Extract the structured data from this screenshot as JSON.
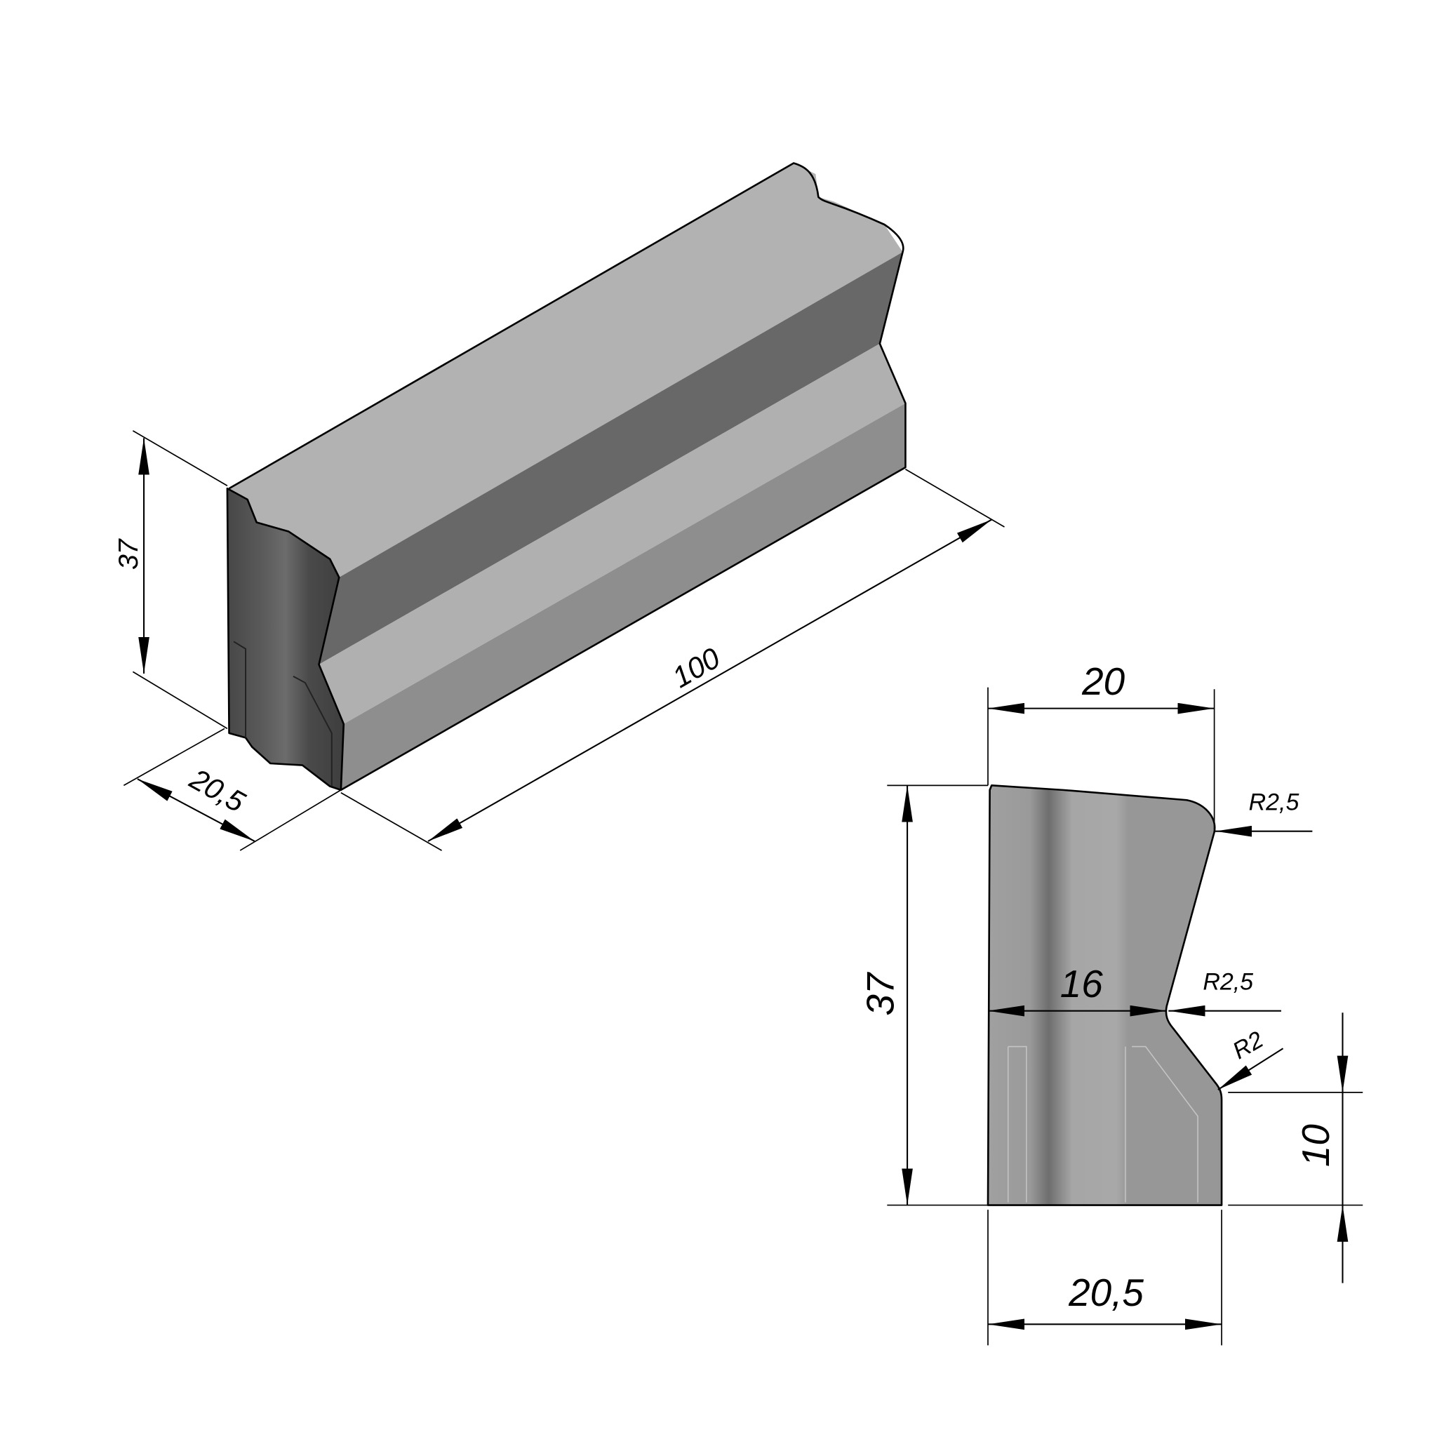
{
  "title": "Curb stone profile drawing",
  "isometric": {
    "height_label": "37",
    "width_label": "20,5",
    "length_label": "100"
  },
  "section": {
    "top_width_label": "20",
    "height_label": "37",
    "neck_width_label": "16",
    "radius_top_label": "R2,5",
    "radius_mid_label": "R2,5",
    "radius_low_label": "R2",
    "base_height_label": "10",
    "base_width_label": "20,5"
  },
  "colors": {
    "face_light": "#b2b2b2",
    "face_dark": "#686868",
    "face_mid": "#8e8e8e",
    "end_face": "#4a4a4a",
    "section_fill": "#9c9c9c"
  }
}
